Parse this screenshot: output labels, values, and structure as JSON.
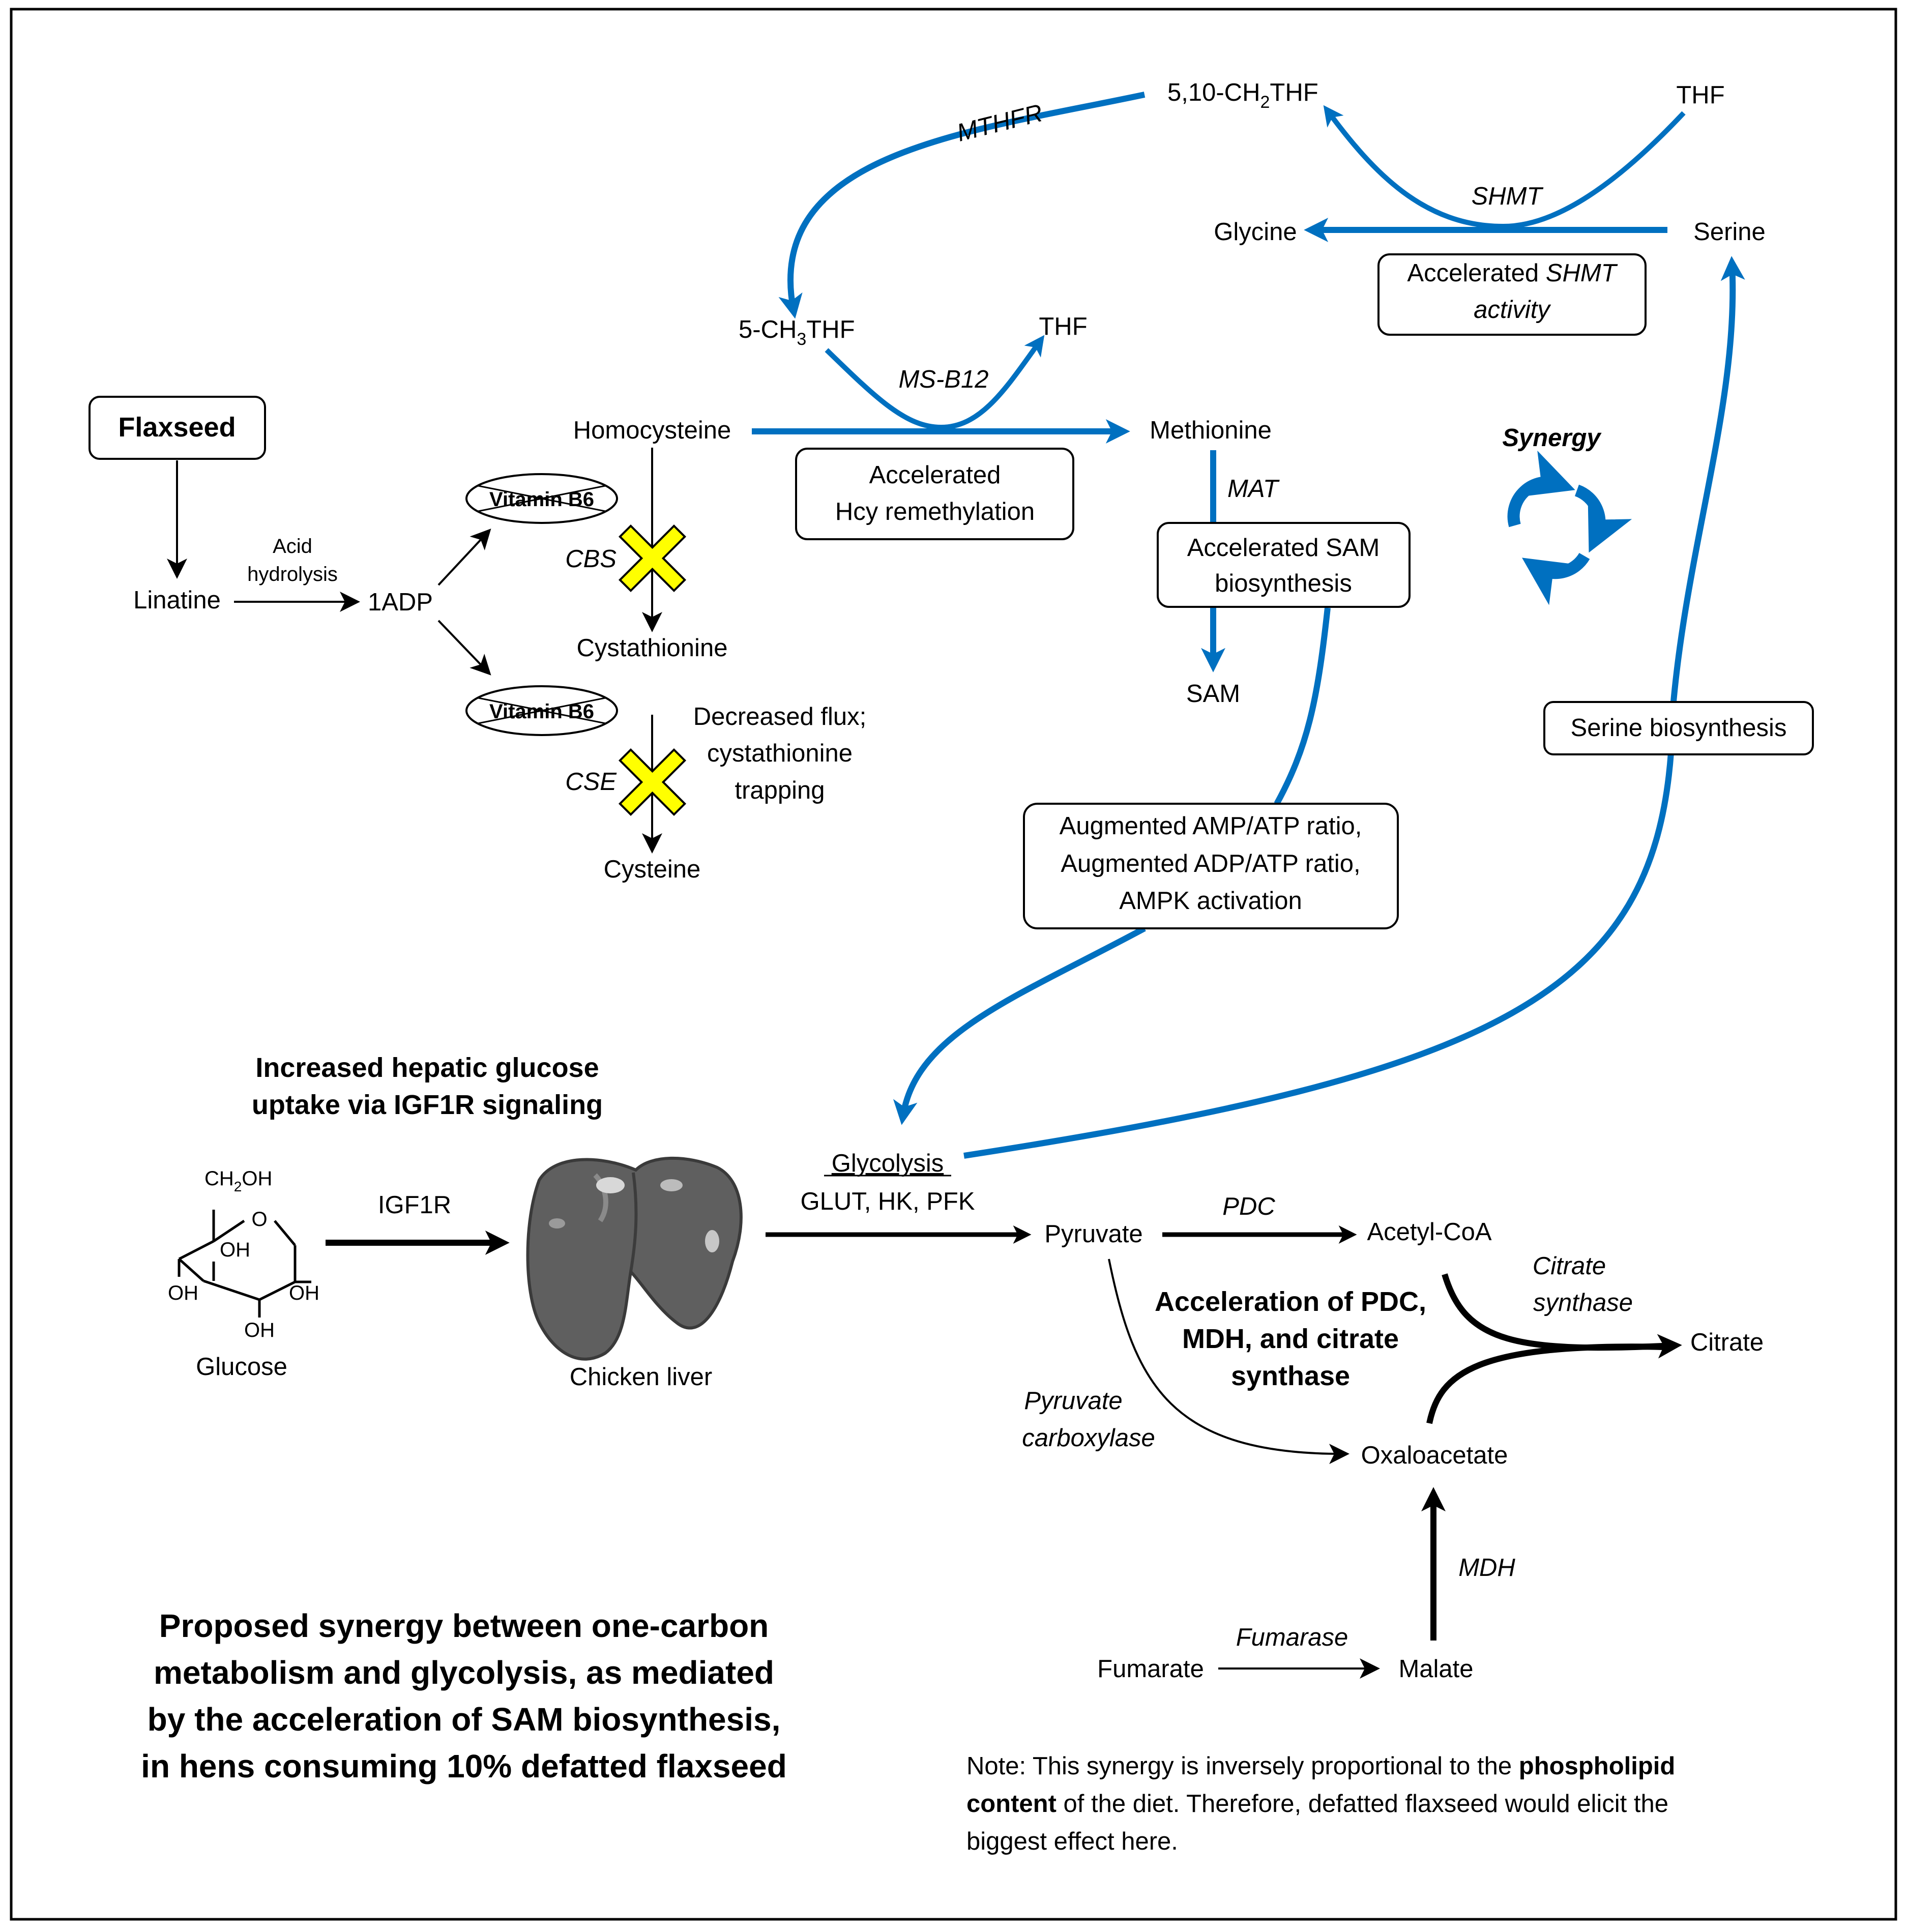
{
  "flaxseed": "Flaxseed",
  "linatine": "Linatine",
  "acid": "Acid",
  "hydrolysis": "hydrolysis",
  "adp": "1ADP",
  "vitamin_b6": "Vitamin B6",
  "homocysteine": "Homocysteine",
  "cbs": "CBS",
  "cystathionine": "Cystathionine",
  "cse": "CSE",
  "cysteine": "Cysteine",
  "decreased_flux": [
    "Decreased flux;",
    "cystathionine",
    "trapping"
  ],
  "methf": {
    "main": "5-CH",
    "sub": "3",
    "tail": "THF"
  },
  "thf": "THF",
  "ms_b12": "MS-B12",
  "methionine": "Methionine",
  "hcy_box": [
    "Accelerated",
    "Hcy remethylation"
  ],
  "mthfr": "MTHFR",
  "ch2thf": {
    "main": "5,10-CH",
    "sub": "2",
    "tail": "THF"
  },
  "shmt": "SHMT",
  "glycine": "Glycine",
  "serine": "Serine",
  "shmt_box": {
    "line1_pre": "Accelerated ",
    "line1_it": "SHMT",
    "line2": "activity"
  },
  "mat": "MAT",
  "sam_box": [
    "Accelerated SAM",
    "biosynthesis"
  ],
  "sam": "SAM",
  "synergy": "Synergy",
  "serine_box": "Serine biosynthesis",
  "amp_box": [
    "Augmented AMP/ATP ratio,",
    "Augmented ADP/ATP ratio,",
    "AMPK activation"
  ],
  "hepatic": [
    "Increased hepatic glucose",
    "uptake via IGF1R signaling"
  ],
  "glucose_labels": {
    "ch2oh": "CH",
    "ch2oh_sub": "2",
    "ch2oh_tail": "OH",
    "o": "O",
    "oh": "OH"
  },
  "glucose": "Glucose",
  "igf1r": "IGF1R",
  "chicken_liver": "Chicken liver",
  "glycolysis": "Glycolysis",
  "glut": "GLUT, HK, PFK",
  "pyruvate": "Pyruvate",
  "pdc": "PDC",
  "acetyl_coa": "Acetyl-CoA",
  "citrate_synthase": [
    "Citrate",
    "synthase"
  ],
  "citrate": "Citrate",
  "accel_pdc": [
    "Acceleration of PDC,",
    "MDH, and citrate",
    "synthase"
  ],
  "pyruvate_carboxylase": [
    "Pyruvate",
    "carboxylase"
  ],
  "oxaloacetate": "Oxaloacetate",
  "mdh": "MDH",
  "fumarase": "Fumarase",
  "fumarate": "Fumarate",
  "malate": "Malate",
  "title": [
    "Proposed synergy between one-carbon",
    "metabolism and glycolysis, as mediated",
    "by the acceleration of SAM biosynthesis,",
    "in hens consuming 10% defatted flaxseed"
  ],
  "note": {
    "l1_pre": "Note: This synergy is inversely proportional to the ",
    "l1_bold": "phospholipid",
    "l2_bold": "content",
    "l2_post": " of the diet. Therefore, defatted flaxseed would elicit the",
    "l3": "biggest effect here."
  }
}
